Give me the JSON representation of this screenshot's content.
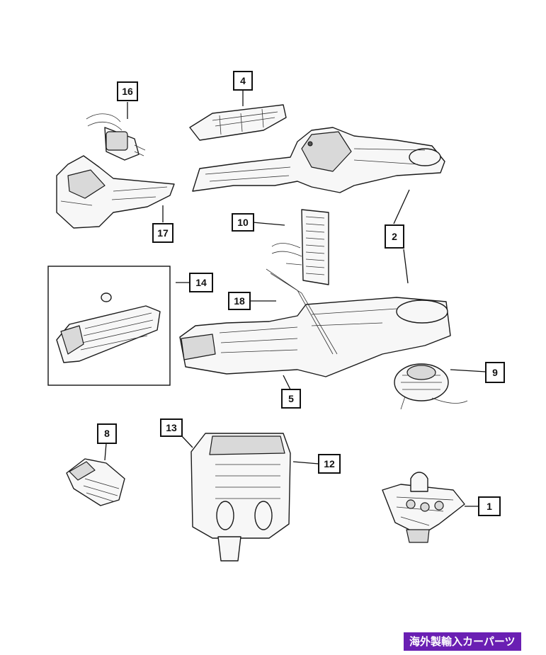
{
  "callouts": [
    "16",
    "4",
    "17",
    "2",
    "10",
    "14",
    "18",
    "9",
    "5",
    "8",
    "13",
    "12",
    "1"
  ],
  "watermark": "海外製輸入カーパーツ"
}
